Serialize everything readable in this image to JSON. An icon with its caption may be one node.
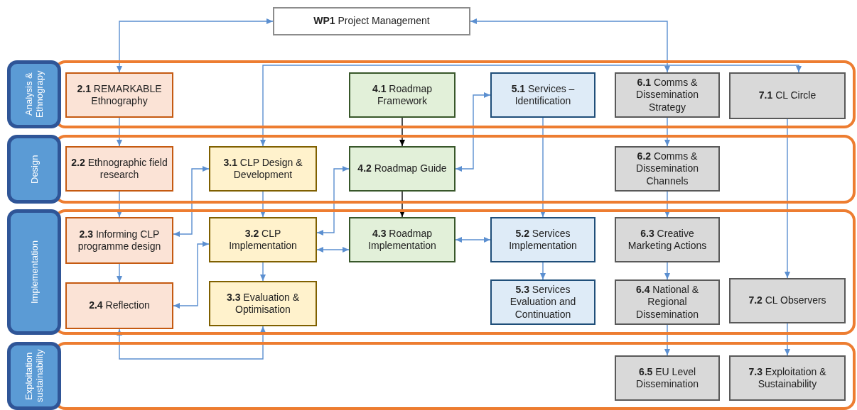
{
  "diagram": {
    "nodes": [
      {
        "text": [
          "**WP1** Project Management"
        ]
      },
      {
        "text": [
          "Analysis & Ethnograpy"
        ]
      },
      {
        "text": [
          "**2.1** REMARKABLE Ethnography"
        ],
        "in": 1
      },
      {
        "text": [
          "**4.1** Roadmap Framework"
        ],
        "in": 1
      },
      {
        "text": [
          "**5.1** Services – Identification"
        ],
        "in": 1
      },
      {
        "text": [
          "**6.1** Comms & Dissemination Strategy"
        ],
        "in": 1
      },
      {
        "text": [
          "**7.1** CL Circle"
        ],
        "in": 1
      },
      {
        "text": [
          "Design"
        ]
      },
      {
        "text": [
          "**2.2** Ethnographic field research"
        ],
        "in": 7
      },
      {
        "text": [
          "**3.1** CLP Design & Development"
        ],
        "in": 7
      },
      {
        "text": [
          "**4.2** Roadmap Guide"
        ],
        "in": 7
      },
      {
        "text": [
          "**6.2** Comms & Dissemination Channels"
        ],
        "in": 7
      },
      {
        "text": [
          "Implementation"
        ]
      },
      {
        "text": [
          "**2.3** Informing CLP programme design"
        ],
        "in": 12
      },
      {
        "text": [
          "**3.2** CLP Implementation"
        ],
        "in": 12
      },
      {
        "text": [
          "**4.3** Roadmap Implementation"
        ],
        "in": 12
      },
      {
        "text": [
          "**5.2** Services Implementation"
        ],
        "in": 12
      },
      {
        "text": [
          "**6.3** Creative Marketing Actions"
        ],
        "in": 12
      },
      {
        "text": [
          "**2.4** Reflection"
        ],
        "in": 12
      },
      {
        "text": [
          "**3.3** Evaluation & Optimisation"
        ],
        "in": 12
      },
      {
        "text": [
          "**5.3** Services Evaluation and Continuation"
        ],
        "in": 12
      },
      {
        "text": [
          "**6.4** National & Regional Dissemination"
        ],
        "in": 12
      },
      {
        "text": [
          "**7.2** CL Observers"
        ],
        "in": 12
      },
      {
        "text": [
          "Exploitation sustainability"
        ]
      },
      {
        "text": [
          "**6.5** EU Level Dissemination"
        ],
        "in": 23
      },
      {
        "text": [
          "**7.3** Exploitation & Sustainability"
        ],
        "in": 23
      }
    ],
    "edges": [
      {
        "from": 0,
        "to": 2,
        "arrow": "both"
      },
      {
        "from": 0,
        "to": 5,
        "arrow": "both"
      },
      {
        "from": 6,
        "to": 9,
        "arrow": "both"
      },
      {
        "from": 2,
        "to": 8,
        "arrow": "to"
      },
      {
        "from": 3,
        "to": 10,
        "arrow": "to",
        "color": "#000000"
      },
      {
        "from": 4,
        "to": 16,
        "arrow": "to"
      },
      {
        "from": 5,
        "to": 11,
        "arrow": "to"
      },
      {
        "from": 6,
        "to": 22,
        "arrow": "to"
      },
      {
        "from": 10,
        "to": 4,
        "arrow": "both"
      },
      {
        "from": 8,
        "to": 13,
        "arrow": "to"
      },
      {
        "from": 9,
        "to": 13,
        "arrow": "both"
      },
      {
        "from": 9,
        "to": 14,
        "arrow": "to"
      },
      {
        "from": 10,
        "to": 14,
        "arrow": "both"
      },
      {
        "from": 10,
        "to": 15,
        "arrow": "to",
        "color": "#000000"
      },
      {
        "from": 11,
        "to": 17,
        "arrow": "to"
      },
      {
        "from": 13,
        "to": 18,
        "arrow": "to"
      },
      {
        "from": 14,
        "to": 18,
        "arrow": "both"
      },
      {
        "from": 14,
        "to": 15,
        "arrow": "both"
      },
      {
        "from": 14,
        "to": 19,
        "arrow": "to"
      },
      {
        "from": 15,
        "to": 16,
        "arrow": "both"
      },
      {
        "from": 16,
        "to": 20,
        "arrow": "to"
      },
      {
        "from": 17,
        "to": 21,
        "arrow": "to"
      },
      {
        "from": 18,
        "to": 19,
        "arrow": "both"
      },
      {
        "from": 21,
        "to": 24,
        "arrow": "to"
      },
      {
        "from": 22,
        "to": 25,
        "arrow": "to"
      }
    ]
  }
}
